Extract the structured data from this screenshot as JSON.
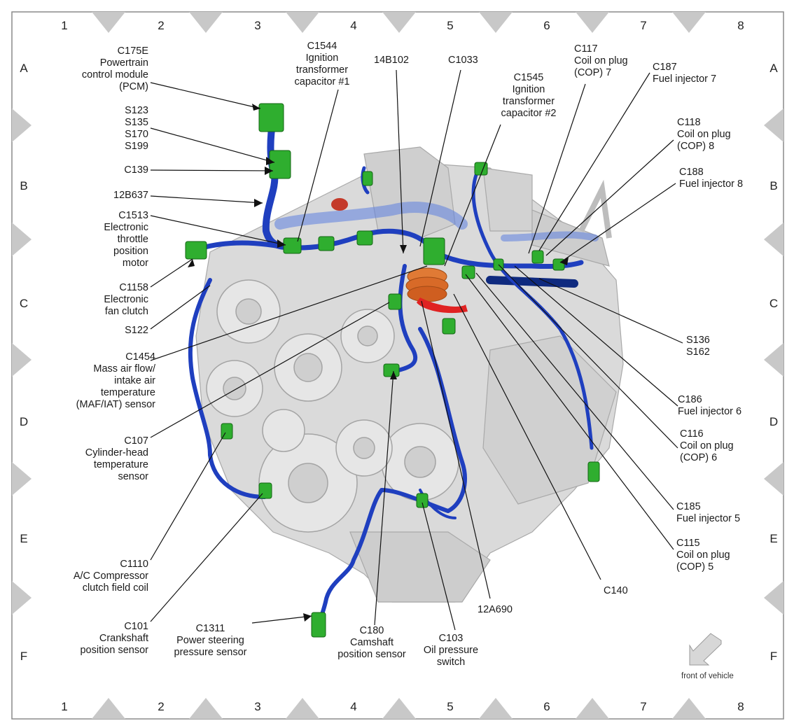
{
  "grid": {
    "columns": [
      "1",
      "2",
      "3",
      "4",
      "5",
      "6",
      "7",
      "8"
    ],
    "rows": [
      "A",
      "B",
      "C",
      "D",
      "E",
      "F"
    ]
  },
  "labels": {
    "c175e": "C175E\nPowertrain\ncontrol module\n(PCM)",
    "s123": "S123\nS135\nS170\nS199",
    "c139": "C139",
    "b12b637": "12B637",
    "c1513": "C1513\nElectronic\nthrottle\nposition\nmotor",
    "c1158": "C1158\nElectronic\nfan clutch",
    "s122": "S122",
    "c1454": "C1454\nMass air flow/\nintake air\ntemperature\n(MAF/IAT) sensor",
    "c107": "C107\nCylinder-head\ntemperature\nsensor",
    "c1110": "C1110\nA/C Compressor\nclutch field coil",
    "c101": "C101\nCrankshaft\nposition sensor",
    "c1311": "C1311\nPower steering\npressure sensor",
    "c180": "C180\nCamshaft\nposition sensor",
    "c103": "C103\nOil pressure\nswitch",
    "a12a690": "12A690",
    "c140": "C140",
    "c1544": "C1544\nIgnition\ntransformer\ncapacitor #1",
    "b14b102": "14B102",
    "c1033": "C1033",
    "c1545": "C1545\nIgnition\ntransformer\ncapacitor #2",
    "c117": "C117\nCoil on plug\n(COP) 7",
    "c187": "C187\nFuel injector 7",
    "c118": "C118\nCoil on plug\n(COP) 8",
    "c188": "C188\nFuel injector 8",
    "s136": "S136\nS162",
    "c186": "C186\nFuel injector 6",
    "c116": "C116\nCoil on plug\n(COP) 6",
    "c185": "C185\nFuel injector 5",
    "c115": "C115\nCoil on plug\n(COP) 5"
  },
  "footer": {
    "front_of_vehicle": "front of vehicle"
  },
  "colors": {
    "frame": "#888888",
    "tab": "#c8c8c8",
    "engine": "#d9d9d9",
    "engine_dark": "#b8b8b8",
    "harness": "#1f3fbf",
    "harness_light": "#4f74d9",
    "connector": "#2fae2f",
    "coil": "#d9662a",
    "red_part": "#e02222",
    "leader": "#111111"
  }
}
